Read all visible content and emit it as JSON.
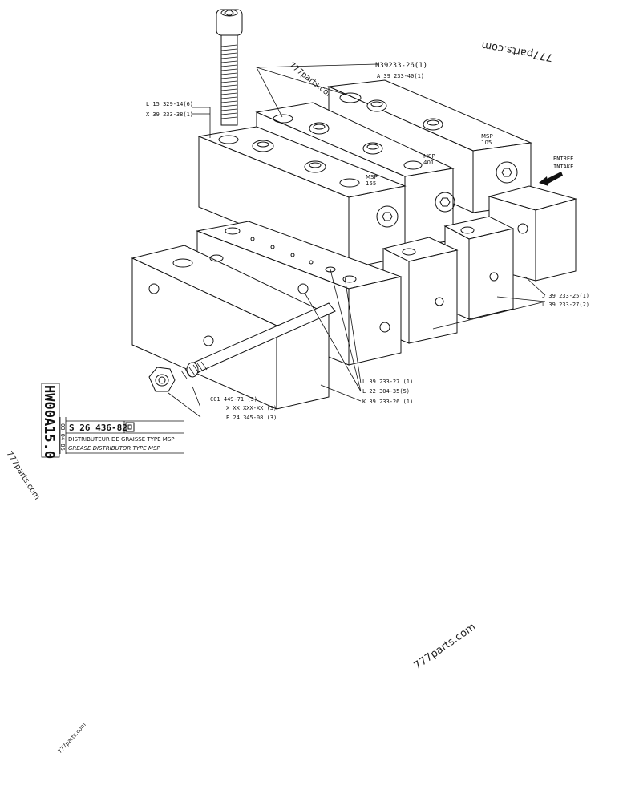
{
  "watermarks": [
    "777parts.com",
    "777parts.com",
    "777parts.com",
    "777parts.com",
    "777parts.com"
  ],
  "block_labels": {
    "msp155": [
      "MSP",
      "155"
    ],
    "msp401": [
      "MSP",
      "401"
    ],
    "msp105": [
      "MSP",
      "105"
    ]
  },
  "intake": {
    "line1": "ENTREE",
    "line2": "INTAKE"
  },
  "callouts": {
    "n39233_26": "N39233-26(1)",
    "a39233_40": "A 39 233-40(1)",
    "l15329_14": "L 15 329-14(6)",
    "x39233_38": "X 39 233-38(1)",
    "j39233_25": "J 39 233-25(1)",
    "l39233_27_2": "L 39 233-27(2)",
    "l39233_27_1": "L 39 233-27 (1)",
    "l22304_35": "L 22 304-35(5)",
    "k39233_26": "K 39 233-26 (1)",
    "c01449_71": "C01 449-71 (3)",
    "xxx": "X XX XXX-XX (3)",
    "e24345_08": "E 24 345-08 (3)"
  },
  "title_block": {
    "vertical_code": "HW00A15.0",
    "date": "03-04-86",
    "part_code": "S 26 436-82",
    "desc_fr": "DISTRIBUTEUR DE GRAISSE TYPE MSP",
    "desc_en": "GREASE DISTRIBUTOR TYPE MSP"
  }
}
